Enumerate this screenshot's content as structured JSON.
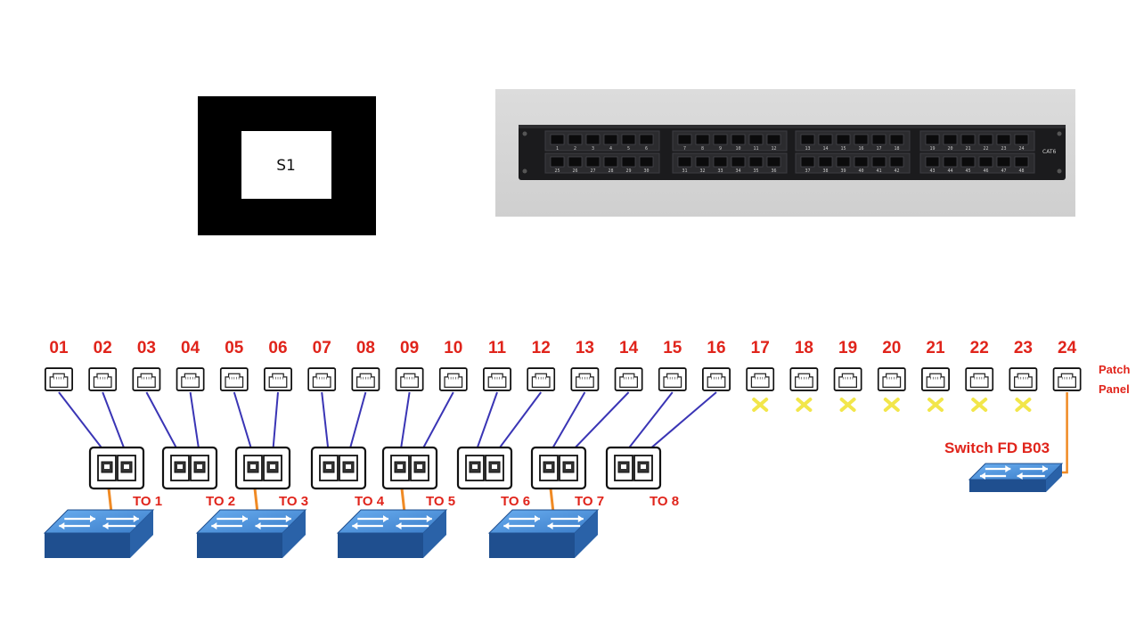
{
  "s1_box": {
    "label": "S1"
  },
  "patch_panel_photo": {
    "cat_label": "CAT6",
    "top_numbers": [
      "1",
      "2",
      "3",
      "4",
      "5",
      "6",
      "7",
      "8",
      "9",
      "10",
      "11",
      "12",
      "13",
      "14",
      "15",
      "16",
      "17",
      "18",
      "19",
      "20",
      "21",
      "22",
      "23",
      "24"
    ],
    "bottom_numbers": [
      "25",
      "26",
      "27",
      "28",
      "29",
      "30",
      "31",
      "32",
      "33",
      "34",
      "35",
      "36",
      "37",
      "38",
      "39",
      "40",
      "41",
      "42",
      "43",
      "44",
      "45",
      "46",
      "47",
      "48"
    ]
  },
  "patch_panel": {
    "label_line1": "Patch",
    "label_line2": "Panel",
    "ports": [
      {
        "num": "01",
        "status": "connected"
      },
      {
        "num": "02",
        "status": "connected"
      },
      {
        "num": "03",
        "status": "connected"
      },
      {
        "num": "04",
        "status": "connected"
      },
      {
        "num": "05",
        "status": "connected"
      },
      {
        "num": "06",
        "status": "connected"
      },
      {
        "num": "07",
        "status": "connected"
      },
      {
        "num": "08",
        "status": "connected"
      },
      {
        "num": "09",
        "status": "connected"
      },
      {
        "num": "10",
        "status": "connected"
      },
      {
        "num": "11",
        "status": "connected"
      },
      {
        "num": "12",
        "status": "connected"
      },
      {
        "num": "13",
        "status": "connected"
      },
      {
        "num": "14",
        "status": "connected"
      },
      {
        "num": "15",
        "status": "connected"
      },
      {
        "num": "16",
        "status": "connected"
      },
      {
        "num": "17",
        "status": "unused"
      },
      {
        "num": "18",
        "status": "unused"
      },
      {
        "num": "19",
        "status": "unused"
      },
      {
        "num": "20",
        "status": "unused"
      },
      {
        "num": "21",
        "status": "unused"
      },
      {
        "num": "22",
        "status": "unused"
      },
      {
        "num": "23",
        "status": "unused"
      },
      {
        "num": "24",
        "status": "uplink"
      }
    ]
  },
  "outlets": [
    {
      "label": "TO 1",
      "has_switch": true
    },
    {
      "label": "TO 2",
      "has_switch": false
    },
    {
      "label": "TO 3",
      "has_switch": true
    },
    {
      "label": "TO 4",
      "has_switch": false
    },
    {
      "label": "TO 5",
      "has_switch": true
    },
    {
      "label": "TO 6",
      "has_switch": false
    },
    {
      "label": "TO 7",
      "has_switch": true
    },
    {
      "label": "TO 8",
      "has_switch": false
    }
  ],
  "core_switch": {
    "label": "Switch FD B03"
  },
  "colors": {
    "red_label": "#e0241b",
    "cable_blue": "#3a35b5",
    "cable_orange": "#f08a24",
    "unused_mark": "#f2e64a",
    "switch_top": "#4a90d9",
    "switch_side": "#2a62a8",
    "switch_front": "#1f4f8f"
  }
}
